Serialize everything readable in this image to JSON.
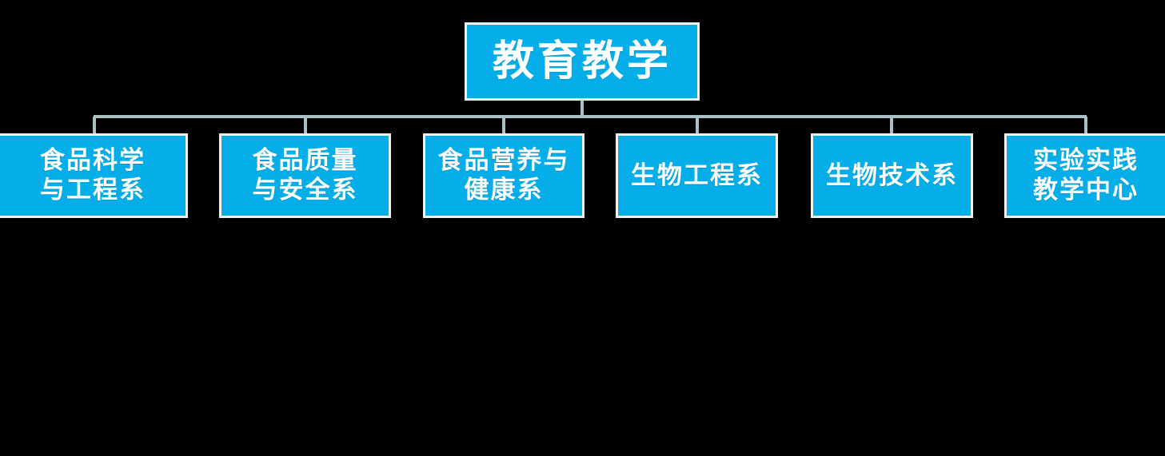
{
  "diagram": {
    "title": "教育教学",
    "type": "organizational-chart",
    "orientation": "top-down",
    "background_color": "#000000",
    "node_fill_color": "#05AEE8",
    "node_border_color": "#F2F2F2",
    "node_text_color": "#FFFFFF",
    "connector_color": "#A9C0C5",
    "root": {
      "label": "教育教学"
    },
    "children": [
      {
        "label": "食品科学\n与工程系"
      },
      {
        "label": "食品质量\n与安全系"
      },
      {
        "label": "食品营养与\n健康系"
      },
      {
        "label": "生物工程系"
      },
      {
        "label": "生物技术系"
      },
      {
        "label": "实验实践\n教学中心"
      }
    ]
  }
}
